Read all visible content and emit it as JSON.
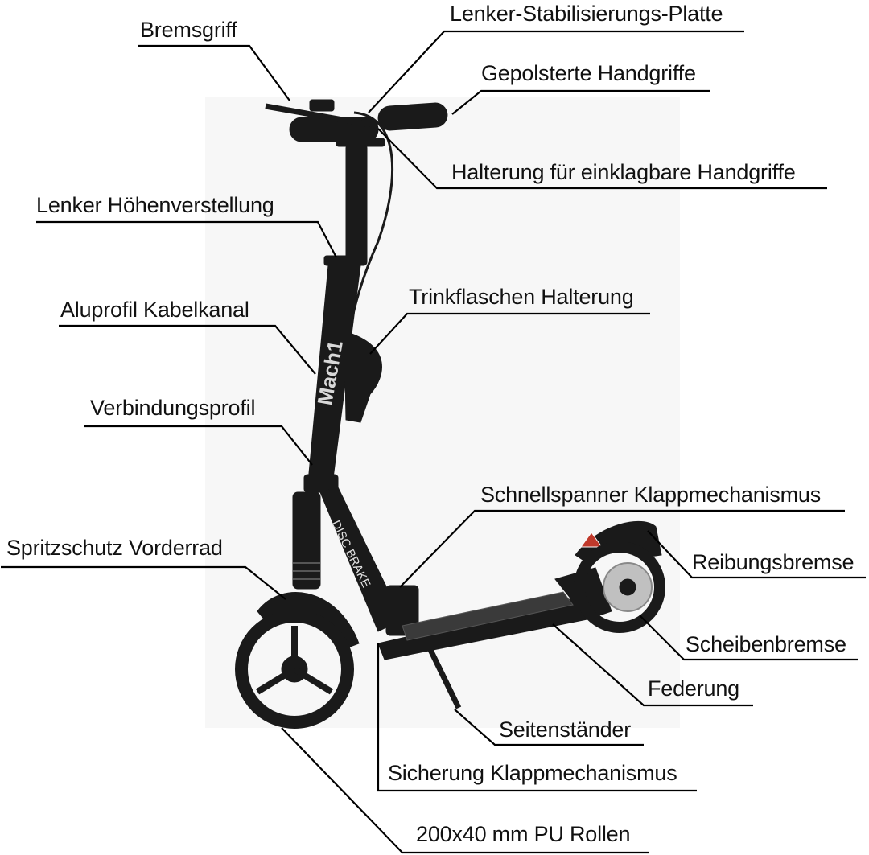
{
  "colors": {
    "scooter": "#1a1a1a",
    "leader_line": "#000000",
    "text": "#111111",
    "accent": "#c0c0c0"
  },
  "product_marks": {
    "brand": "Mach1",
    "front_label": "DISC BRAKE"
  },
  "labels": {
    "bremsgriff": "Bremsgriff",
    "stabilisierungs_platte": "Lenker-Stabilisierungs-Platte",
    "handgriffe": "Gepolsterte Handgriffe",
    "halterung_handgriffe": "Halterung für einklagbare Handgriffe",
    "hoehenverstellung": "Lenker Höhenverstellung",
    "trinkflaschen": "Trinkflaschen Halterung",
    "kabelkanal": "Aluprofil Kabelkanal",
    "verbindungsprofil": "Verbindungsprofil",
    "schnellspanner": "Schnellspanner Klappmechanismus",
    "spritzschutz": "Spritzschutz Vorderrad",
    "reibungsbremse": "Reibungsbremse",
    "scheibenbremse": "Scheibenbremse",
    "federung": "Federung",
    "seitenstaender": "Seitenständer",
    "sicherung": "Sicherung Klappmechanismus",
    "rollen": "200x40 mm PU Rollen"
  }
}
